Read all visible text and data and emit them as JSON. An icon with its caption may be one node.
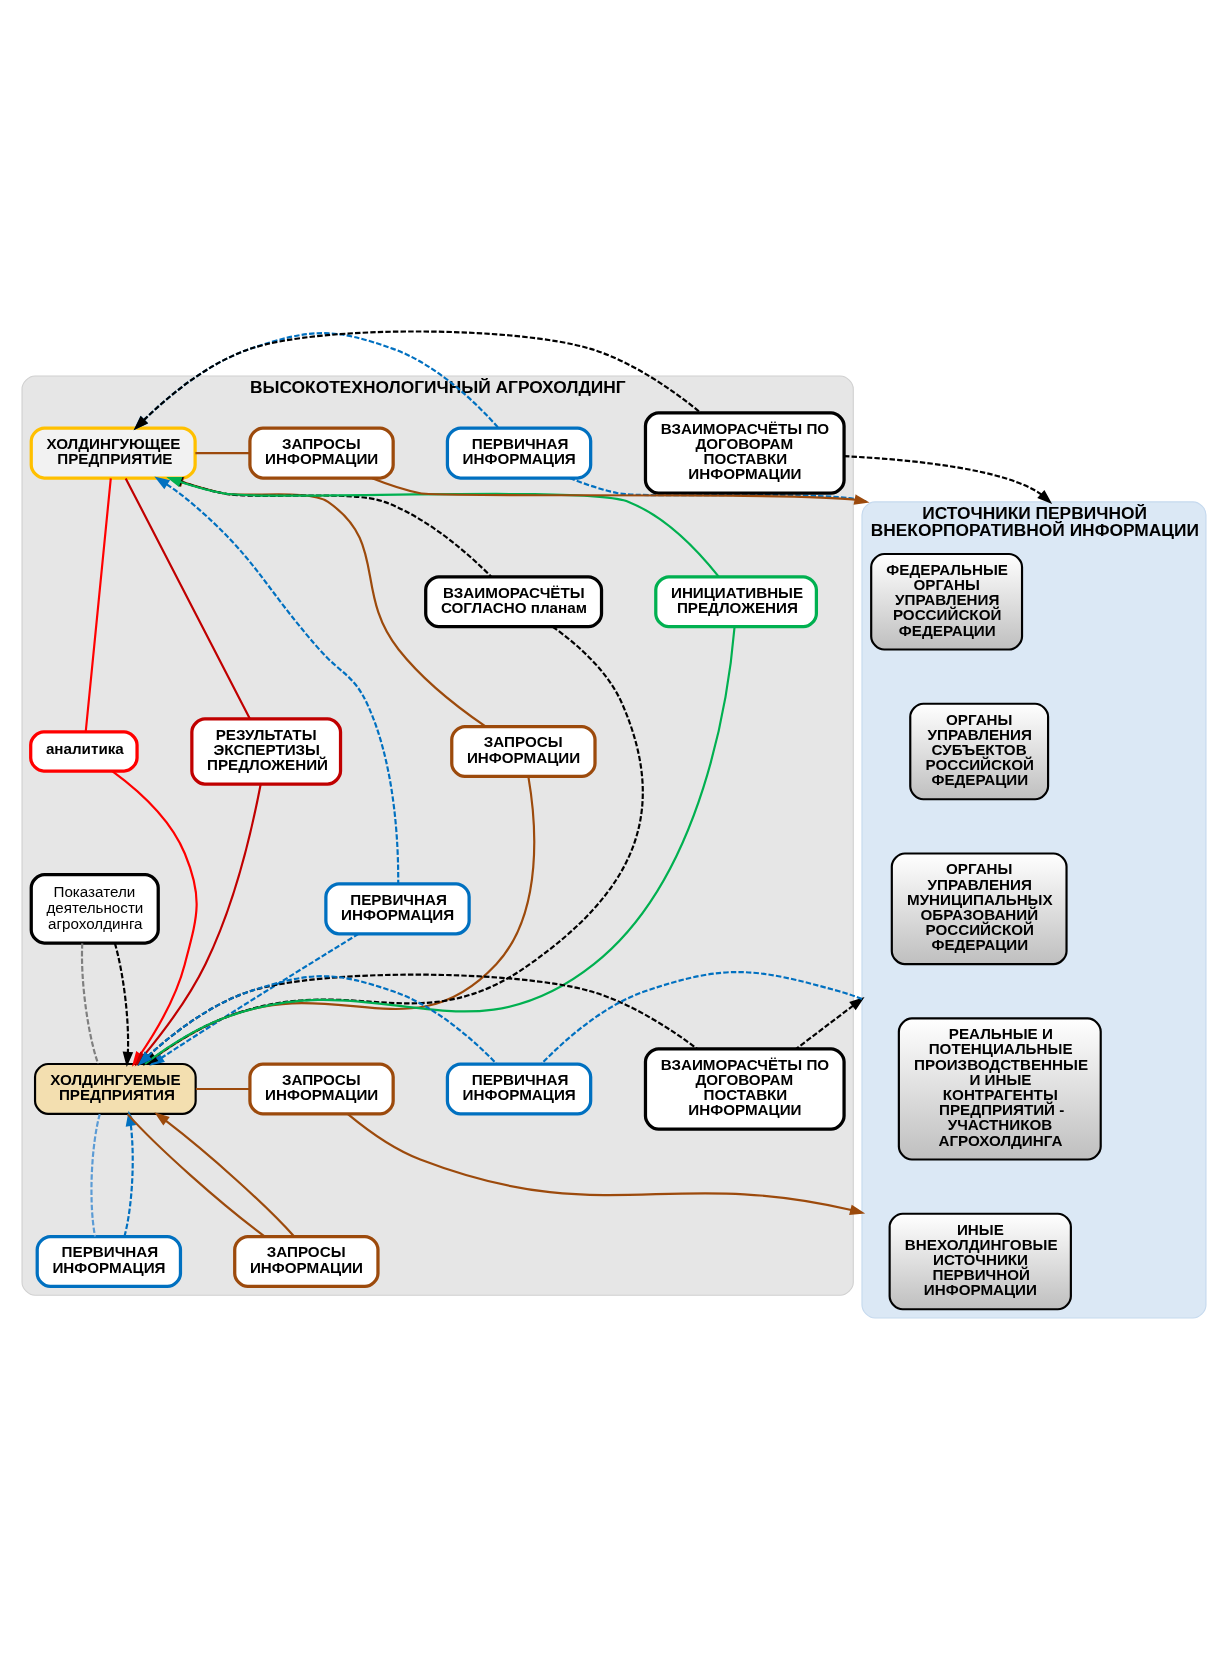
{
  "diagram": {
    "nodes": [
      {
        "text": [
          "ВЫСОКОТЕХНОЛОГИЧНЫЙ АГРОХОЛДИНГ"
        ]
      },
      {
        "text": [
          "ПЕРВИЧНАЯ ИНФОРМАЦИЯ"
        ],
        "in": 0
      },
      {
        "text": [
          "ХОЛДИНГУЮЩЕЕ ПРЕДПРИЯТИЕ"
        ],
        "in": 0
      },
      {
        "text": [
          "ЗАПРОСЫ ИНФОРМАЦИИ"
        ],
        "in": 0
      },
      {
        "text": [
          "ВЗАИМОРАСЧЁТЫ ПО ДОГОВОРАМ ПОСТАВКИ ИНФОРМАЦИИ"
        ],
        "in": 0
      },
      {
        "text": [
          "аналитика"
        ],
        "in": 0
      },
      {
        "text": [
          "РЕЗУЛЬТАТЫ ЭКСПЕРТИЗЫ ПРЕДЛОЖЕНИЙ"
        ],
        "in": 0
      },
      {
        "text": [
          "ПЕРВИЧНАЯ ИНФОРМАЦИЯ"
        ],
        "in": 0
      },
      {
        "text": [
          "ЗАПРОСЫ ИНФОРМАЦИИ"
        ],
        "in": 0
      },
      {
        "text": [
          "ВЗАИМОРАСЧЁТЫ СОГЛАСНО планам"
        ],
        "in": 0
      },
      {
        "text": [
          "ИНИЦИАТИВНЫЕ ПРЕДЛОЖЕНИЯ"
        ],
        "in": 0
      },
      {
        "text": [
          "ВЗАИМОРАСЧЁТЫ ПО ДОГОВОРАМ ПОСТАВКИ ИНФОРМАЦИИ"
        ],
        "in": 0
      },
      {
        "text": [
          "ПЕРВИЧНАЯ ИНФОРМАЦИЯ"
        ],
        "in": 0
      },
      {
        "text": [
          "Показатели деятельности агрохолдинга"
        ],
        "in": 0
      },
      {
        "text": [
          "ХОЛДИНГУЕМЫЕ ПРЕДПРИЯТИЯ"
        ],
        "in": 0
      },
      {
        "text": [
          "ЗАПРОСЫ ИНФОРМАЦИИ"
        ],
        "in": 0
      },
      {
        "text": [
          "ПЕРВИЧНАЯ ИНФОРМАЦИЯ"
        ],
        "in": 0
      },
      {
        "text": [
          "ЗАПРОСЫ ИНФОРМАЦИИ"
        ],
        "in": 0
      },
      {
        "text": [
          "ИСТОЧНИКИ ПЕРВИЧНОЙ ВНЕКОРПОРАТИВНОЙ ИНФОРМАЦИИ"
        ]
      },
      {
        "text": [
          "ФЕДЕРАЛЬНЫЕ ОРГАНЫ УПРАВЛЕНИЯ РОССИЙСКОЙ ФЕДЕРАЦИИ"
        ],
        "in": 18
      },
      {
        "text": [
          "ОРГАНЫ УПРАВЛЕНИЯ СУБЪЕКТОВ РОССИЙСКОЙ ФЕДЕРАЦИИ"
        ],
        "in": 18
      },
      {
        "text": [
          "ОРГАНЫ УПРАВЛЕНИЯ МУНИЦИПАЛЬНЫХ ОБРАЗОВАНИЙ РОССИЙСКОЙ ФЕДЕРАЦИИ"
        ],
        "in": 18
      },
      {
        "text": [
          "РЕАЛЬНЫЕ И ПОТЕНЦИАЛЬНЫЕ ПРОИЗВОДСТВЕННЫЕ И ИНЫЕ КОНТРАГЕНТЫ ПРЕДПРИЯТИЙ - УЧАСТНИКОВ АГРОХОЛДИНГА"
        ],
        "in": 18
      },
      {
        "text": [
          "ИНЫЕ ВНЕХОЛДИНГОВЫЕ ИСТОЧНИКИ ПЕРВИЧНОЙ ИНФОРМАЦИИ"
        ],
        "in": 18
      }
    ],
    "edges": [
      {
        "from": 2,
        "to": 5,
        "arrow": "none",
        "color": "#ff0000"
      },
      {
        "from": 5,
        "to": 14,
        "arrow": "to",
        "color": "#ff0000"
      },
      {
        "from": 2,
        "to": 6,
        "arrow": "none",
        "color": "#c00000"
      },
      {
        "from": 6,
        "to": 14,
        "arrow": "to",
        "color": "#c00000"
      },
      {
        "from": 9,
        "to": 2,
        "arrow": "to",
        "style": "dashed",
        "color": "#000000"
      },
      {
        "from": 9,
        "to": 14,
        "arrow": "to",
        "style": "dashed",
        "color": "#000000"
      },
      {
        "from": 10,
        "to": 2,
        "arrow": "to",
        "color": "#00b050"
      },
      {
        "from": 14,
        "to": 10,
        "arrow": "none",
        "color": "#00b050"
      },
      {
        "from": 7,
        "to": 2,
        "arrow": "to",
        "style": "dashed",
        "color": "#0070c0"
      },
      {
        "from": 7,
        "to": 14,
        "arrow": "to",
        "style": "dashed",
        "color": "#0070c0"
      },
      {
        "from": 8,
        "to": 2,
        "arrow": "to",
        "color": "#9c4a0c"
      },
      {
        "from": 14,
        "to": 8,
        "arrow": "none",
        "color": "#9c4a0c"
      },
      {
        "from": 18,
        "to": 1,
        "arrow": "none",
        "style": "dashed",
        "color": "#0070c0"
      },
      {
        "from": 1,
        "to": 2,
        "arrow": "to",
        "style": "dashed",
        "color": "#0070c0"
      },
      {
        "from": 2,
        "to": 3,
        "arrow": "none",
        "color": "#9c4a0c"
      },
      {
        "from": 3,
        "to": 18,
        "arrow": "to",
        "color": "#9c4a0c"
      },
      {
        "from": 4,
        "to": 2,
        "arrow": "to",
        "style": "dashed",
        "color": "#000000"
      },
      {
        "from": 4,
        "to": 18,
        "arrow": "to",
        "style": "dashed",
        "color": "#000000"
      },
      {
        "from": 11,
        "to": 14,
        "arrow": "to",
        "style": "dashed",
        "color": "#000000"
      },
      {
        "from": 11,
        "to": 18,
        "arrow": "to",
        "style": "dashed",
        "color": "#000000"
      },
      {
        "from": 18,
        "to": 12,
        "arrow": "none",
        "style": "dashed",
        "color": "#0070c0"
      },
      {
        "from": 12,
        "to": 14,
        "arrow": "to",
        "style": "dashed",
        "color": "#0070c0"
      },
      {
        "from": 14,
        "to": 15,
        "arrow": "none",
        "color": "#9c4a0c"
      },
      {
        "from": 15,
        "to": 18,
        "arrow": "to",
        "color": "#9c4a0c"
      },
      {
        "from": 13,
        "to": 14,
        "arrow": "none",
        "style": "dashed",
        "color": "#7f7f7f"
      },
      {
        "from": 13,
        "to": 14,
        "arrow": "to",
        "style": "dashed",
        "color": "#000000"
      },
      {
        "from": 14,
        "to": 16,
        "arrow": "none",
        "style": "dashed",
        "color": "#5b9bd5"
      },
      {
        "from": 16,
        "to": 14,
        "arrow": "to",
        "style": "dashed",
        "color": "#0070c0"
      },
      {
        "from": 14,
        "to": 17,
        "arrow": "none",
        "color": "#9c4a0c"
      },
      {
        "from": 17,
        "to": 14,
        "arrow": "to",
        "color": "#9c4a0c"
      }
    ]
  }
}
